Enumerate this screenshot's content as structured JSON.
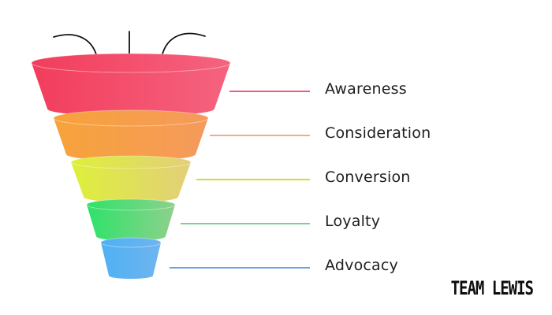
{
  "stages": [
    {
      "label": "Awareness",
      "color_left": "#f23d5c",
      "color_right": "#f5637f",
      "line_color": "#ec5f79"
    },
    {
      "label": "Consideration",
      "color_left": "#f7a33a",
      "color_right": "#f59a5c",
      "line_color": "#f5a98a"
    },
    {
      "label": "Conversion",
      "color_left": "#def03a",
      "color_right": "#e2cf79",
      "line_color": "#d6dc2e"
    },
    {
      "label": "Loyalty",
      "color_left": "#2ee26a",
      "color_right": "#8dd18c",
      "line_color": "#7ed08c"
    },
    {
      "label": "Advocacy",
      "color_left": "#4fb1f2",
      "color_right": "#6fb4f0",
      "line_color": "#6ea1e3"
    }
  ],
  "arrow_color": "#111111",
  "brand": {
    "text": "TEAM LEWIS",
    "icon": "team-lewis-logo"
  }
}
